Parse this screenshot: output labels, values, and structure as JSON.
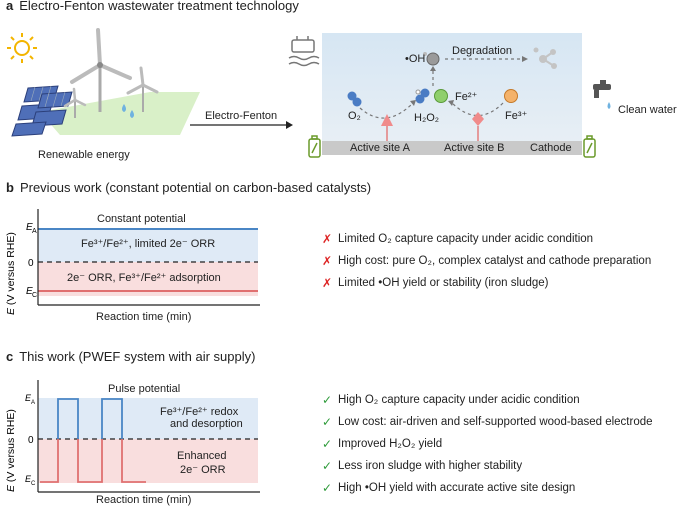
{
  "panel_a": {
    "letter": "a",
    "title": "Electro-Fenton wastewater treatment technology",
    "renewable_label": "Renewable energy",
    "arrow_label": "Electro-Fenton",
    "oh_label": "•OH",
    "degradation_label": "Degradation",
    "o2_label": "O₂",
    "h2o2_label": "H₂O₂",
    "fe2_label": "Fe²⁺",
    "fe3_label": "Fe³⁺",
    "site_a": "Active site A",
    "site_b": "Active site B",
    "cathode": "Cathode",
    "clean_water": "Clean water"
  },
  "panel_b": {
    "letter": "b",
    "title": "Previous work (constant potential on carbon-based catalysts)",
    "potential_label": "Constant potential",
    "upper_region": "Fe³⁺/Fe²⁺, limited 2e⁻ ORR",
    "lower_region": "2e⁻ ORR, Fe³⁺/Fe²⁺ adsorption",
    "y_axis": "E (V versus RHE)",
    "ea": "EA",
    "zero": "0",
    "ec": "EC",
    "x_axis": "Reaction time (min)",
    "bullets": [
      "Limited O₂ capture capacity under acidic condition",
      "High cost: pure O₂, complex catalyst and cathode preparation",
      "Limited •OH yield or stability (iron sludge)"
    ]
  },
  "panel_c": {
    "letter": "c",
    "title": "This work (PWEF system with air supply)",
    "potential_label": "Pulse potential",
    "upper_region_1": "Fe³⁺/Fe²⁺ redox",
    "upper_region_2": "and desorption",
    "lower_region_1": "Enhanced",
    "lower_region_2": "2e⁻ ORR",
    "y_axis": "E (V versus RHE)",
    "ea": "EA",
    "zero": "0",
    "ec": "EC",
    "x_axis": "Reaction time (min)",
    "bullets": [
      "High O₂ capture capacity under acidic condition",
      "Low cost: air-driven and self-supported wood-based electrode",
      "Improved H₂O₂ yield",
      "Less iron sludge with higher stability",
      "High •OH yield with accurate active site design"
    ]
  },
  "colors": {
    "blue_line": "#4a86c5",
    "red_line": "#e07070",
    "blue_fill": "#dfeaf6",
    "red_fill": "#f9dede",
    "check": "#2e9b3a",
    "cross": "#dd2222"
  }
}
